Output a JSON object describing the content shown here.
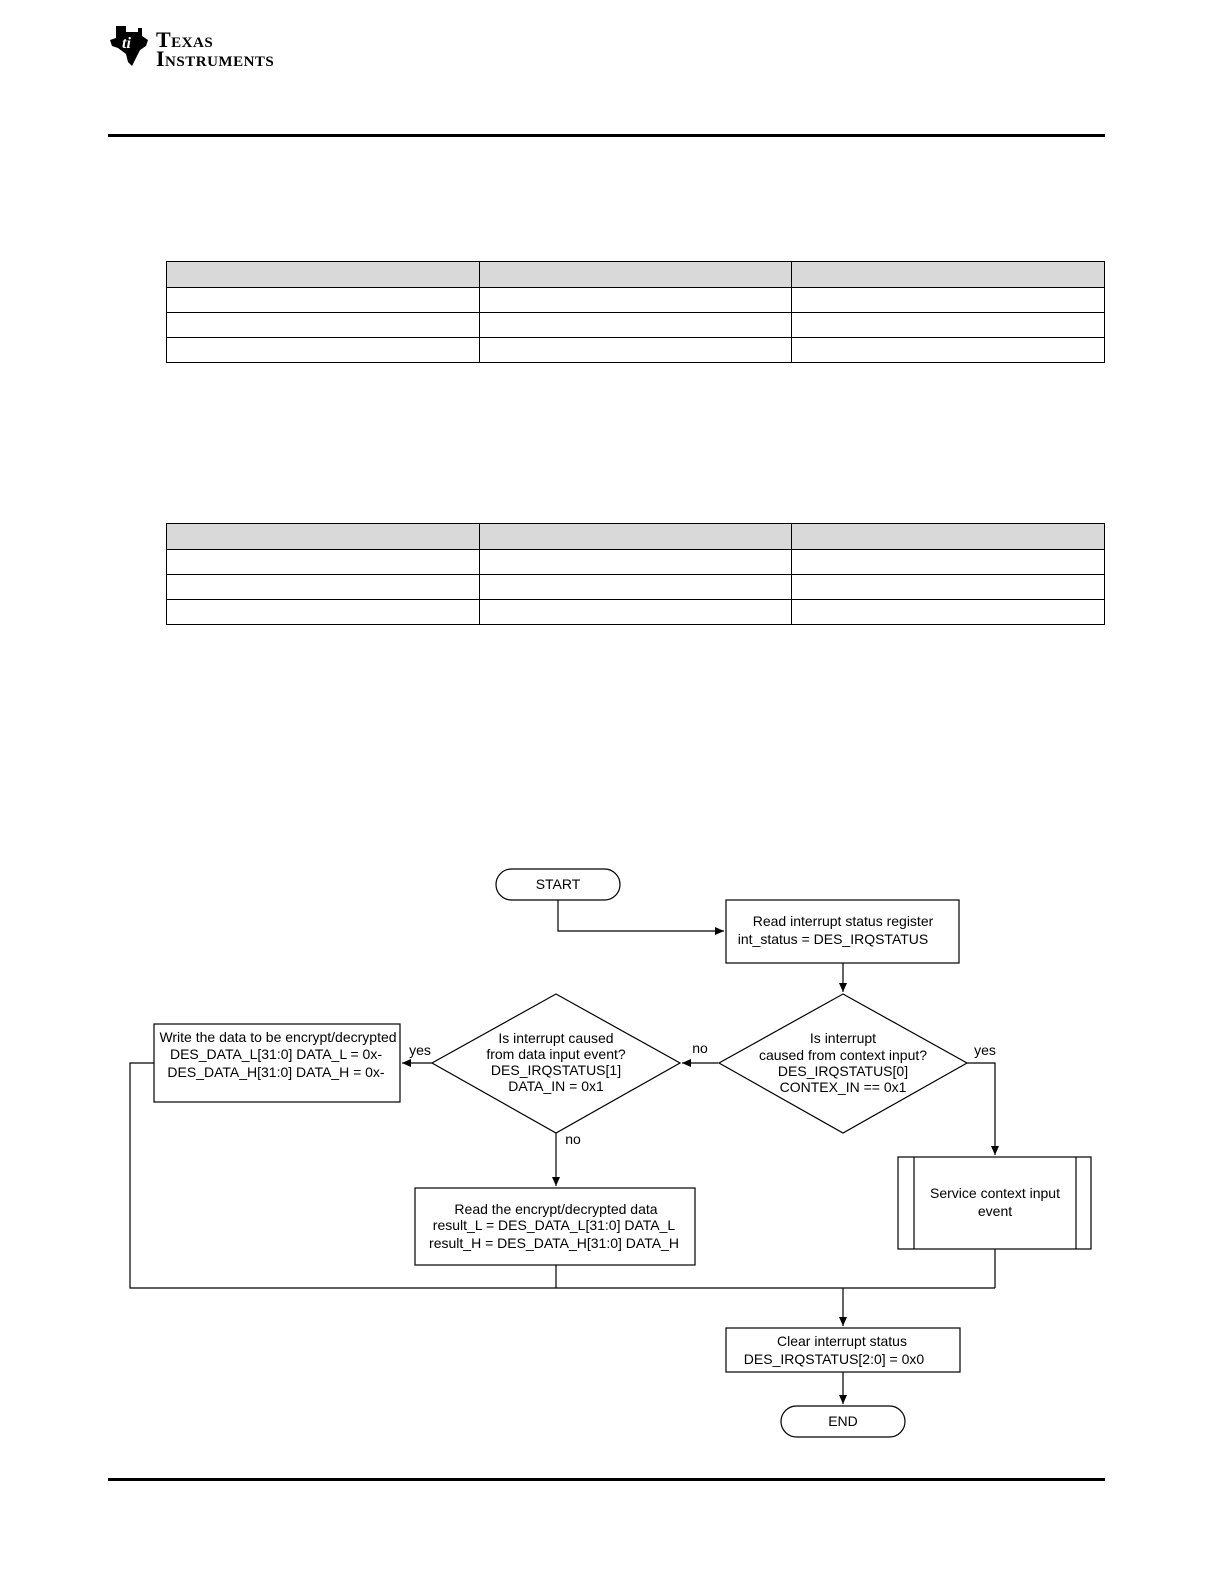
{
  "header": {
    "logo_line1": "Texas",
    "logo_line2": "Instruments"
  },
  "tables": [
    {
      "rows": [
        [
          "",
          "",
          ""
        ],
        [
          "",
          "",
          ""
        ],
        [
          "",
          "",
          ""
        ],
        [
          "",
          "",
          ""
        ]
      ]
    },
    {
      "rows": [
        [
          "",
          "",
          ""
        ],
        [
          "",
          "",
          ""
        ],
        [
          "",
          "",
          ""
        ],
        [
          "",
          "",
          ""
        ]
      ]
    }
  ],
  "flowchart": {
    "start": "START",
    "end": "END",
    "read_status": [
      "Read interrupt status register",
      "int_status = DES_IRQSTATUS"
    ],
    "decision_context": [
      "Is interrupt",
      "caused from context input?",
      "DES_IRQSTATUS[0]",
      "CONTEX_IN == 0x1"
    ],
    "decision_data": [
      "Is interrupt caused",
      "from data input event?",
      "DES_IRQSTATUS[1]",
      "DATA_IN = 0x1"
    ],
    "write_data": [
      "Write the data to be encrypt/decrypted",
      "DES_DATA_L[31:0] DATA_L = 0x-",
      "DES_DATA_H[31:0] DATA_H = 0x-"
    ],
    "read_data": [
      "Read the encrypt/decrypted data",
      "result_L = DES_DATA_L[31:0] DATA_L",
      "result_H = DES_DATA_H[31:0] DATA_H"
    ],
    "service_context": [
      "Service context input",
      "event"
    ],
    "clear_status": [
      "Clear interrupt  status",
      "DES_IRQSTATUS[2:0] = 0x0"
    ],
    "label_yes": "yes",
    "label_no": "no"
  }
}
